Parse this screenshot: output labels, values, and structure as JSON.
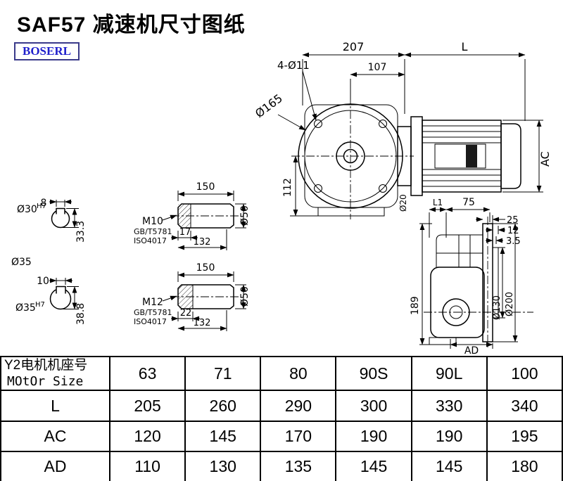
{
  "title": "SAF57 减速机尺寸图纸",
  "logo": "BOSERL",
  "main_view": {
    "dim_width": "207",
    "dim_motor_len": "L",
    "dim_half": "107",
    "holes_label": "4-Ø11",
    "flange_dia": "Ø165",
    "dim_height": "112",
    "dim_motor_dia": "AC",
    "shaft_dia": "Ø20"
  },
  "bore_top": {
    "keyway_width": "8",
    "bore_dia": "Ø30",
    "bore_tol": "H7",
    "keyway_height": "33.3"
  },
  "bore_mid_label": "Ø35",
  "bore_bottom": {
    "keyway_width": "10",
    "bore_dia": "Ø35",
    "bore_tol": "H7",
    "keyway_height": "38.8"
  },
  "shaft_top": {
    "length": "150",
    "thread": "M10",
    "std1": "GB/T5781",
    "std2": "ISO4017",
    "thread_len": "17",
    "body_len": "132",
    "dia": "Ø50"
  },
  "shaft_bottom": {
    "length": "150",
    "thread": "M12",
    "std1": "GB/T5781",
    "std2": "ISO4017",
    "thread_len": "22",
    "body_len": "132",
    "dia": "Ø50"
  },
  "side_view": {
    "dim_l1": "L1",
    "dim_75": "75",
    "dim_25": "25",
    "dim_12": "12",
    "dim_3_5": "3.5",
    "dim_189": "189",
    "dia_130": "Ø130",
    "dia_200": "Ø200",
    "dim_ad": "AD"
  },
  "table": {
    "header_cn": "Y2电机机座号",
    "header_en": "MOtOr Size",
    "sizes": [
      "63",
      "71",
      "80",
      "90S",
      "90L",
      "100"
    ],
    "rows": [
      {
        "label": "L",
        "values": [
          "205",
          "260",
          "290",
          "300",
          "330",
          "340"
        ]
      },
      {
        "label": "AC",
        "values": [
          "120",
          "145",
          "170",
          "190",
          "190",
          "195"
        ]
      },
      {
        "label": "AD",
        "values": [
          "110",
          "130",
          "135",
          "145",
          "145",
          "180"
        ]
      }
    ]
  }
}
